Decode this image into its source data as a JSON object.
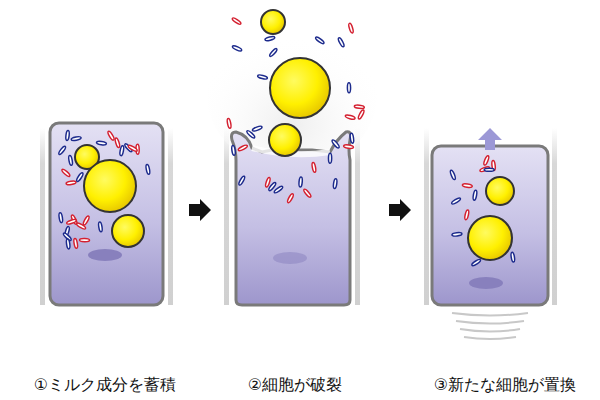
{
  "diagram": {
    "nodes": [
      {
        "text": [
          "①ミルク成分を蓄積"
        ]
      },
      {
        "text": [
          "②細胞が破裂"
        ]
      },
      {
        "text": [
          "③新たな細胞が置換"
        ]
      }
    ],
    "edges": [
      {
        "from": 0,
        "to": 1,
        "arrow": "to"
      },
      {
        "from": 1,
        "to": 2,
        "arrow": "to"
      }
    ]
  }
}
